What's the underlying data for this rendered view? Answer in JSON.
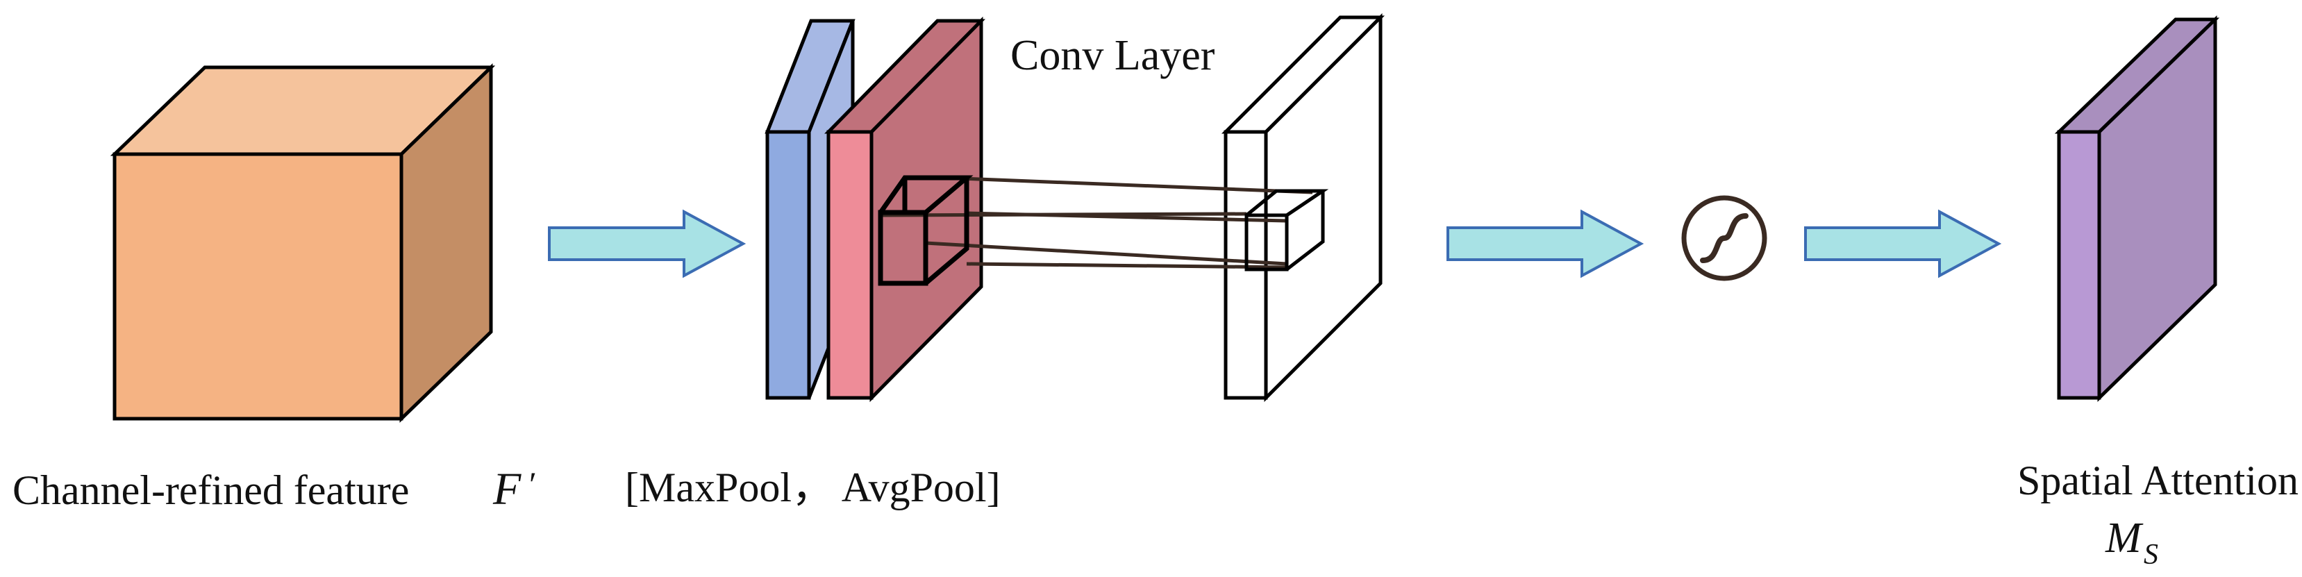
{
  "labels": {
    "input_feature": "Channel-refined feature",
    "input_symbol": "F",
    "input_symbol_prime": "′",
    "pooling": "[MaxPool， AvgPool]",
    "conv_layer": "Conv Layer",
    "output_title": "Spatial Attention",
    "output_symbol": "M",
    "output_symbol_sub": "S"
  },
  "icons": {
    "input_block": "cube",
    "pool_maps": "feature-map-slabs",
    "conv_map": "conv-output-slab",
    "activation": "sigmoid-icon",
    "flow_arrows": "block-arrow"
  },
  "colors": {
    "cube_front": "#F5B383",
    "cube_top": "#F5C39C",
    "cube_side": "#C48E65",
    "maxpool_front": "#8FAAE0",
    "maxpool_side": "#A6B8E4",
    "avgpool_front": "#EE8C98",
    "avgpool_side": "#C0717B",
    "conv_map": "#FFFFFF",
    "output_front": "#B899D4",
    "output_side": "#A98FBE",
    "arrow_fill": "#A8E2E5",
    "arrow_stroke": "#3B6CB3",
    "kernel_lines": "#3A2A22",
    "outline": "#000000"
  }
}
